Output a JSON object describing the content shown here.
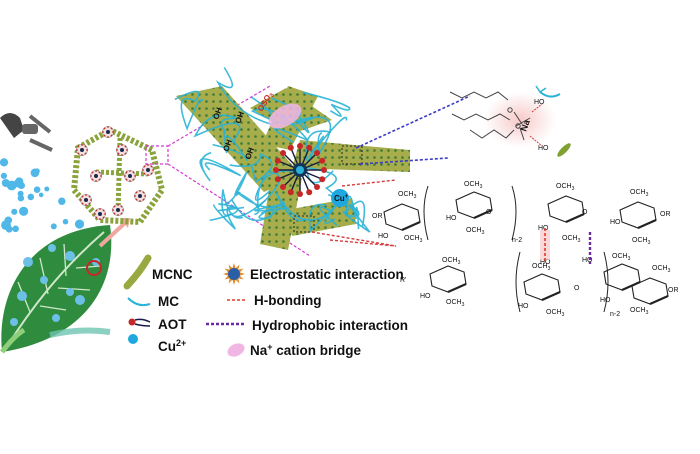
{
  "labels": {
    "cu_ion": "Cu",
    "cu_ion_sup": "+"
  },
  "hydroxyl_labels": [
    "OH",
    "OH",
    "OH",
    "OH"
  ],
  "sulfonate_label": "OSO",
  "sodium_label": "Na",
  "chem": {
    "och3": "OCH",
    "sub3": "3",
    "ho": "HO",
    "or": "OR",
    "ro": "RO",
    "r_prime": "R'",
    "o": "O",
    "n2": "n-2"
  },
  "legend": [
    {
      "key": "mcnc",
      "text": "MCNC"
    },
    {
      "key": "mc",
      "text": "MC"
    },
    {
      "key": "aot",
      "text": "AOT"
    },
    {
      "key": "cu",
      "text": "Cu",
      "sup": "2+"
    },
    {
      "key": "electrostatic",
      "text": "Electrostatic interaction"
    },
    {
      "key": "hbond",
      "text": "H-bonding"
    },
    {
      "key": "hydrophobic",
      "text": "Hydrophobic interaction"
    },
    {
      "key": "na_bridge",
      "text": "Na",
      "sup": "+",
      "suffix": " cation bridge"
    }
  ],
  "colors": {
    "mcnc": "#9aa841",
    "mc": "#2ab3d6",
    "cu": "#1fa7df",
    "leaf": "#2f8c3f",
    "hbond": "#e23a2a",
    "hydrophobic": "#6a2aa2",
    "na_bridge": "#f2b6e4",
    "guide_blue": "#3b3bc8",
    "guide_magenta": "#d23ad2",
    "guide_red": "#d73a3a"
  }
}
